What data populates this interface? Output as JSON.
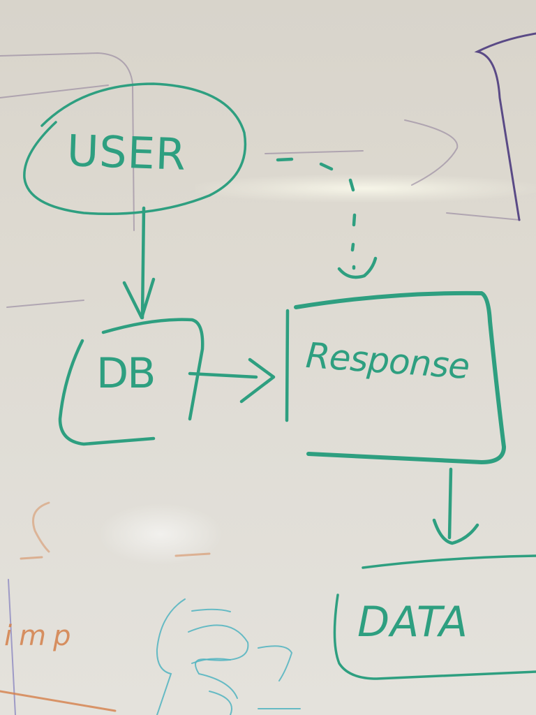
{
  "diagram": {
    "medium": "whiteboard",
    "ink_color": "#2e9f80",
    "nodes": [
      {
        "id": "user",
        "label": "USER",
        "shape": "ellipse"
      },
      {
        "id": "db",
        "label": "DB",
        "shape": "rounded-box"
      },
      {
        "id": "response",
        "label": "Response",
        "shape": "rounded-box"
      },
      {
        "id": "data",
        "label": "DATA",
        "shape": "rounded-box"
      }
    ],
    "edges": [
      {
        "from": "user",
        "to": "db",
        "style": "solid"
      },
      {
        "from": "user",
        "to": "response",
        "style": "dashed"
      },
      {
        "from": "db",
        "to": "response",
        "style": "solid"
      },
      {
        "from": "response",
        "to": "data",
        "style": "solid"
      }
    ],
    "background_scribbles": {
      "orange_text": "imp",
      "colors": {
        "purple": "#5a4a86",
        "orange": "#d4804a",
        "blue": "#4fb3c0"
      }
    }
  }
}
